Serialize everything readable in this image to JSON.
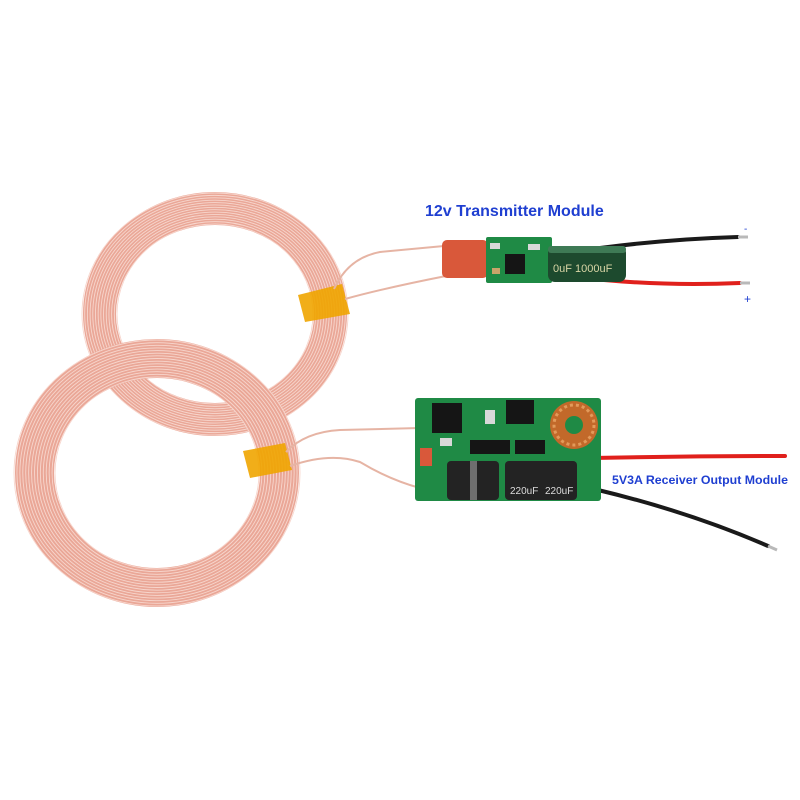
{
  "labels": {
    "transmitter": "12v Transmitter Module",
    "receiver": "5V3A Receiver Output Module",
    "minus": "-",
    "plus": "+"
  },
  "markings": {
    "tx_capacitor": "0uF 1000uF",
    "rx_capacitor_left": "220uF",
    "rx_capacitor_right": "220uF"
  },
  "colors": {
    "label": "#1f3fd1",
    "coil_base": "#eaa797",
    "coil_line": "#f7d6cd",
    "tape": "#f0a500",
    "pcb": "#1f8a45",
    "red_wire": "#e0201c",
    "black_wire": "#1a1a1a"
  }
}
